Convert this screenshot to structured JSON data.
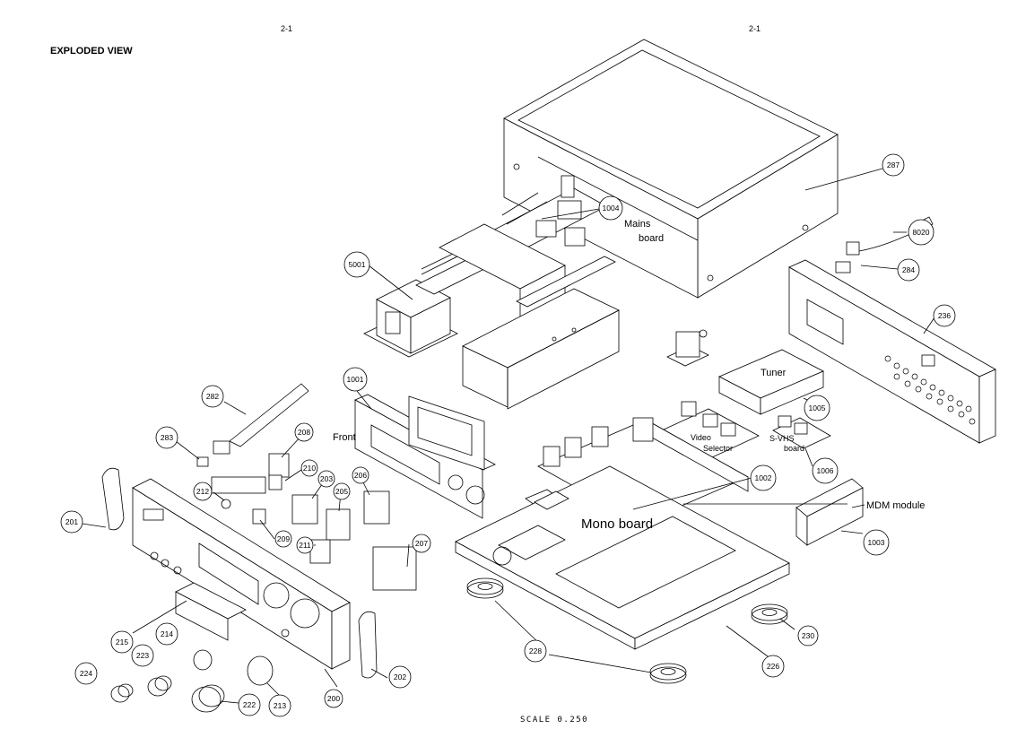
{
  "header": {
    "page_left": "2-1",
    "page_right": "2-1",
    "title": "EXPLODED VIEW"
  },
  "scale_text": "SCALE  0.250",
  "labels": {
    "mains_board_1": "Mains",
    "mains_board_2": "board",
    "tuner": "Tuner",
    "front": "Front",
    "video_selector_1": "Video",
    "video_selector_2": "Selector",
    "svhs_1": "S-VHS",
    "svhs_2": "board",
    "mdm_module": "MDM module",
    "mono_board": "Mono board"
  },
  "callouts": {
    "c287": "287",
    "c1004": "1004",
    "c8020": "8020",
    "c284": "284",
    "c5001": "5001",
    "c236": "236",
    "c1001": "1001",
    "c282": "282",
    "c1005": "1005",
    "c283": "283",
    "c208": "208",
    "c1006": "1006",
    "c210": "210",
    "c203": "203",
    "c206": "206",
    "c1002": "1002",
    "c212": "212",
    "c205": "205",
    "c201": "201",
    "c209": "209",
    "c211": "211",
    "c207": "207",
    "c1003": "1003",
    "c215": "215",
    "c214": "214",
    "c223": "223",
    "c224": "224",
    "c222": "222",
    "c213": "213",
    "c200": "200",
    "c202": "202",
    "c228": "228",
    "c226": "226",
    "c230": "230"
  }
}
